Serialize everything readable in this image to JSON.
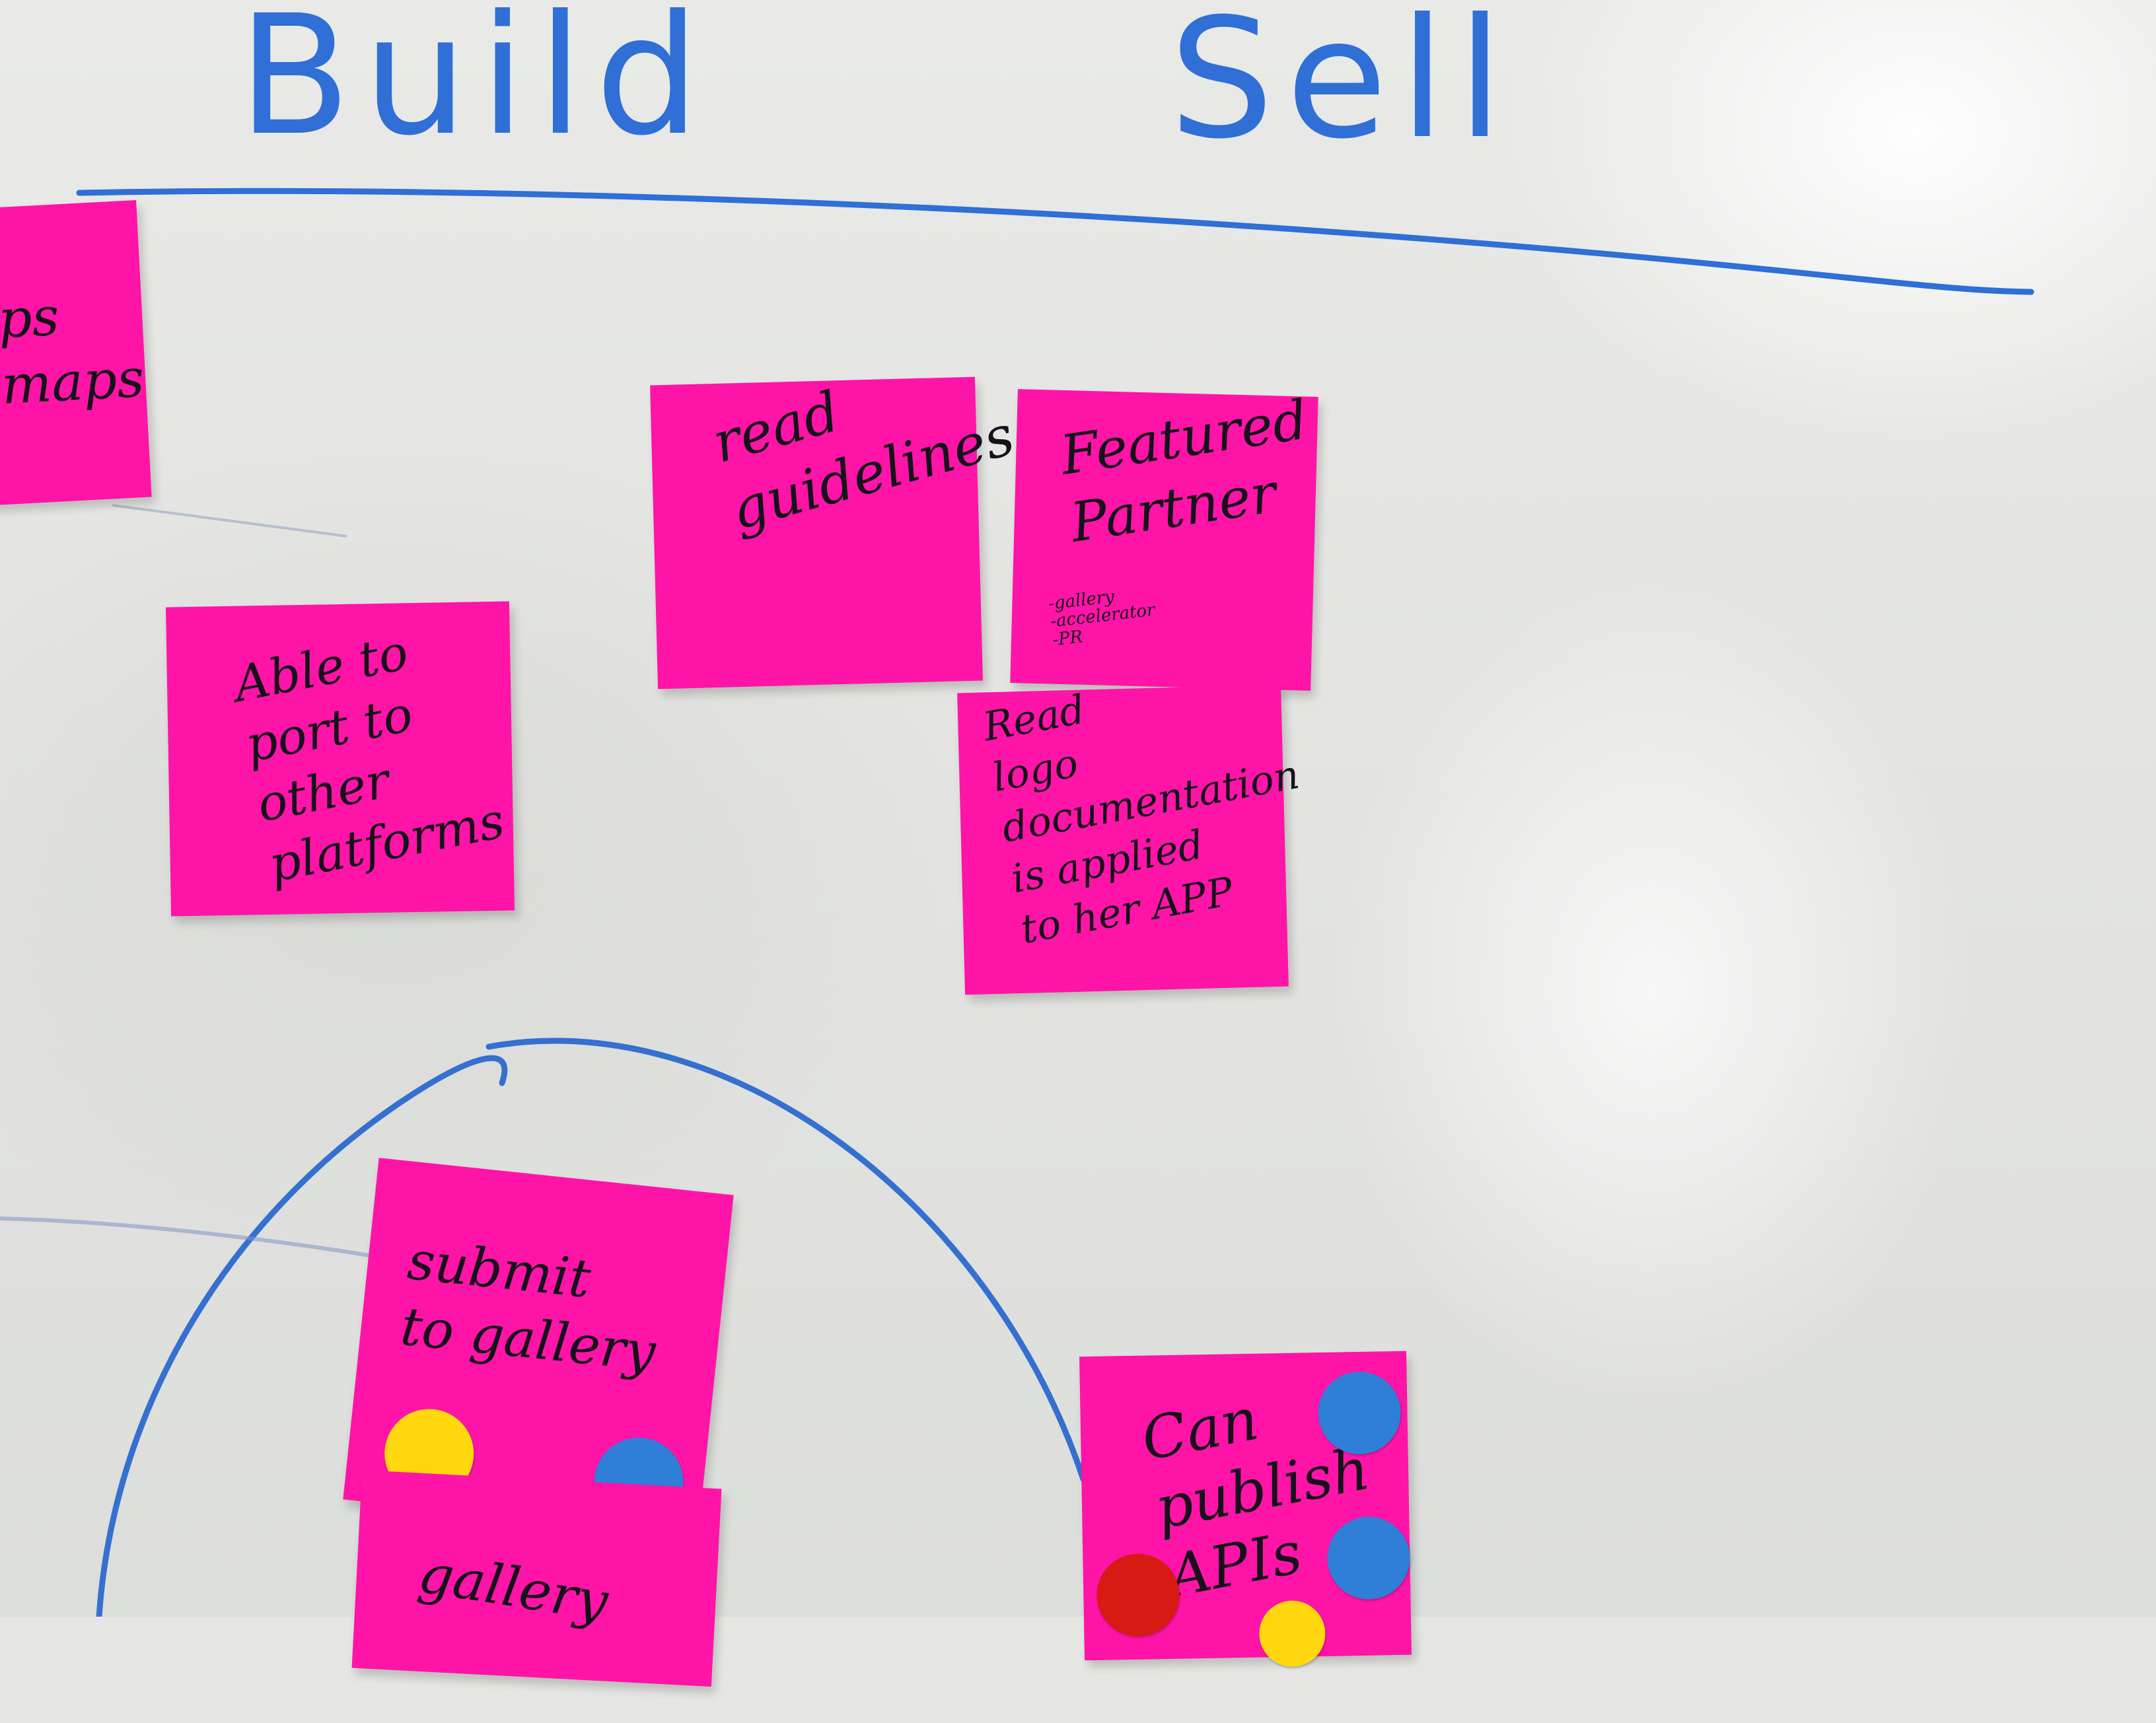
{
  "board": {
    "headings": [
      "Build",
      "Sell"
    ],
    "marker_color": "#2f6fd6",
    "note_color": "#ff14a8"
  },
  "notes": {
    "left_partial": "ps\nmaps",
    "read_guidelines": "read\nguidelines",
    "featured_partner": "Featured\nPartner",
    "featured_partner_sub": "-gallery\n-accelerator\n-PR",
    "able_to_port": "Able to\nport to\nother\nplatforms",
    "read_logo": "Read\nlogo\ndocumentation\nis applied\nto her APP",
    "submit_to_gallery": "submit\nto gallery",
    "gallery": "gallery",
    "can_publish": "Can\npublish\nAPIs"
  },
  "dots": {
    "submit_to_gallery": [
      "yellow",
      "blue"
    ],
    "can_publish": [
      "blue",
      "blue",
      "red",
      "yellow"
    ]
  }
}
